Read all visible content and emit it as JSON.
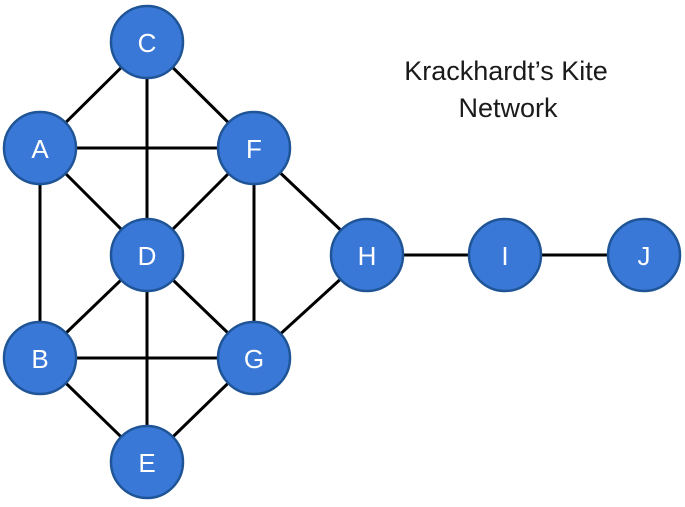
{
  "title": {
    "line1": "Krackhardt’s Kite",
    "line2": "Network"
  },
  "colors": {
    "node_fill": "#3a78d8",
    "node_stroke": "#1f5596",
    "edge": "#000000",
    "label": "#ffffff"
  },
  "nodes": [
    {
      "id": "A",
      "label": "A"
    },
    {
      "id": "B",
      "label": "B"
    },
    {
      "id": "C",
      "label": "C"
    },
    {
      "id": "D",
      "label": "D"
    },
    {
      "id": "E",
      "label": "E"
    },
    {
      "id": "F",
      "label": "F"
    },
    {
      "id": "G",
      "label": "G"
    },
    {
      "id": "H",
      "label": "H"
    },
    {
      "id": "I",
      "label": "I"
    },
    {
      "id": "J",
      "label": "J"
    }
  ],
  "edges": [
    [
      "A",
      "C"
    ],
    [
      "C",
      "F"
    ],
    [
      "C",
      "D"
    ],
    [
      "A",
      "F"
    ],
    [
      "A",
      "D"
    ],
    [
      "A",
      "B"
    ],
    [
      "F",
      "D"
    ],
    [
      "F",
      "G"
    ],
    [
      "F",
      "H"
    ],
    [
      "D",
      "B"
    ],
    [
      "D",
      "G"
    ],
    [
      "D",
      "E"
    ],
    [
      "B",
      "G"
    ],
    [
      "B",
      "E"
    ],
    [
      "G",
      "E"
    ],
    [
      "G",
      "H"
    ],
    [
      "H",
      "I"
    ],
    [
      "I",
      "J"
    ]
  ]
}
